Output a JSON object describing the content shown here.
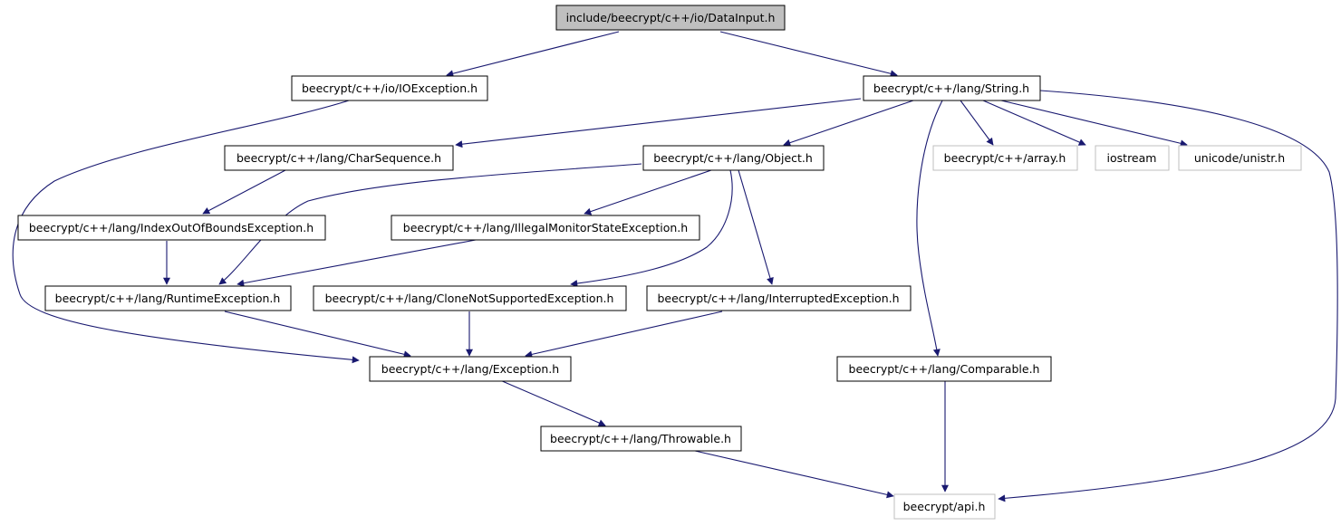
{
  "diagram": {
    "colors": {
      "edge": "#191970",
      "root_fill": "#bfbfbf",
      "node_border": "#000000",
      "external_border": "#bfbfbf",
      "background": "#ffffff"
    },
    "nodes": {
      "datainput": {
        "label": "include/beecrypt/c++/io/DataInput.h",
        "kind": "root"
      },
      "ioexception": {
        "label": "beecrypt/c++/io/IOException.h",
        "kind": "normal"
      },
      "string": {
        "label": "beecrypt/c++/lang/String.h",
        "kind": "normal"
      },
      "charsequence": {
        "label": "beecrypt/c++/lang/CharSequence.h",
        "kind": "normal"
      },
      "object": {
        "label": "beecrypt/c++/lang/Object.h",
        "kind": "normal"
      },
      "array": {
        "label": "beecrypt/c++/array.h",
        "kind": "external"
      },
      "iostream": {
        "label": "iostream",
        "kind": "external"
      },
      "unistr": {
        "label": "unicode/unistr.h",
        "kind": "external"
      },
      "indexoutofbounds": {
        "label": "beecrypt/c++/lang/IndexOutOfBoundsException.h",
        "kind": "normal"
      },
      "illegalmonitor": {
        "label": "beecrypt/c++/lang/IllegalMonitorStateException.h",
        "kind": "normal"
      },
      "runtime": {
        "label": "beecrypt/c++/lang/RuntimeException.h",
        "kind": "normal"
      },
      "clonenotsupported": {
        "label": "beecrypt/c++/lang/CloneNotSupportedException.h",
        "kind": "normal"
      },
      "interrupted": {
        "label": "beecrypt/c++/lang/InterruptedException.h",
        "kind": "normal"
      },
      "exception": {
        "label": "beecrypt/c++/lang/Exception.h",
        "kind": "normal"
      },
      "comparable": {
        "label": "beecrypt/c++/lang/Comparable.h",
        "kind": "normal"
      },
      "throwable": {
        "label": "beecrypt/c++/lang/Throwable.h",
        "kind": "normal"
      },
      "api": {
        "label": "beecrypt/api.h",
        "kind": "external"
      }
    },
    "edges": [
      {
        "from": "datainput",
        "to": "ioexception"
      },
      {
        "from": "datainput",
        "to": "string"
      },
      {
        "from": "ioexception",
        "to": "exception"
      },
      {
        "from": "string",
        "to": "charsequence"
      },
      {
        "from": "string",
        "to": "object"
      },
      {
        "from": "string",
        "to": "array"
      },
      {
        "from": "string",
        "to": "iostream"
      },
      {
        "from": "string",
        "to": "unistr"
      },
      {
        "from": "string",
        "to": "comparable"
      },
      {
        "from": "string",
        "to": "api"
      },
      {
        "from": "charsequence",
        "to": "indexoutofbounds"
      },
      {
        "from": "indexoutofbounds",
        "to": "runtime"
      },
      {
        "from": "object",
        "to": "runtime"
      },
      {
        "from": "object",
        "to": "illegalmonitor"
      },
      {
        "from": "object",
        "to": "clonenotsupported"
      },
      {
        "from": "object",
        "to": "interrupted"
      },
      {
        "from": "illegalmonitor",
        "to": "runtime"
      },
      {
        "from": "runtime",
        "to": "exception"
      },
      {
        "from": "clonenotsupported",
        "to": "exception"
      },
      {
        "from": "interrupted",
        "to": "exception"
      },
      {
        "from": "exception",
        "to": "throwable"
      },
      {
        "from": "comparable",
        "to": "api"
      },
      {
        "from": "throwable",
        "to": "api"
      }
    ]
  }
}
